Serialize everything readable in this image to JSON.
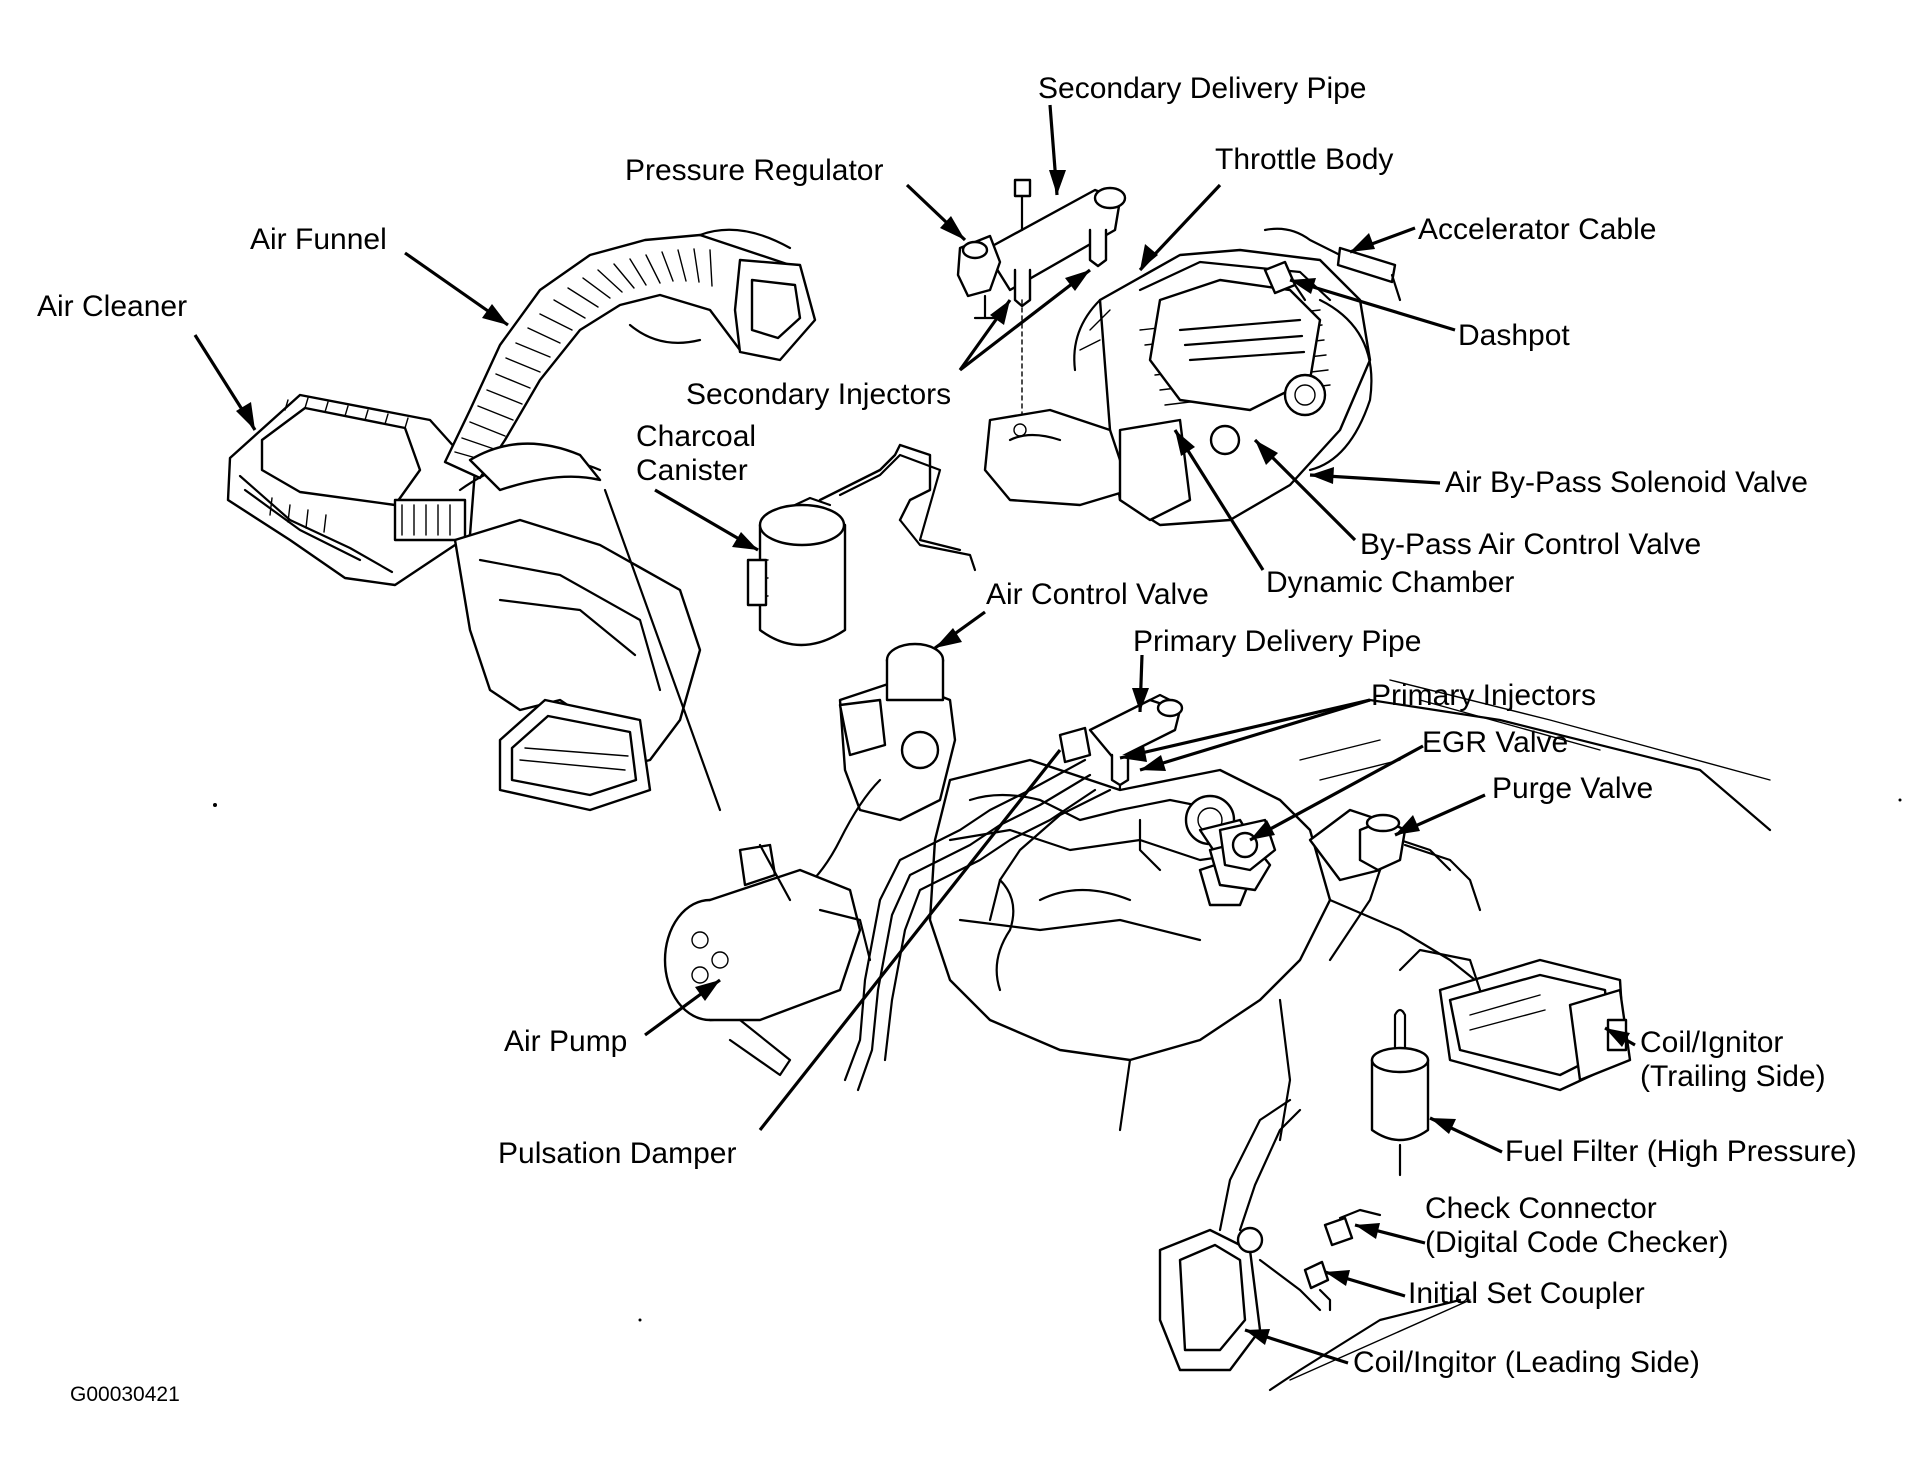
{
  "labels": {
    "secondary_delivery_pipe": "Secondary Delivery Pipe",
    "throttle_body": "Throttle Body",
    "pressure_regulator": "Pressure Regulator",
    "accelerator_cable": "Accelerator Cable",
    "air_funnel": "Air Funnel",
    "dashpot": "Dashpot",
    "air_cleaner": "Air Cleaner",
    "secondary_injectors": "Secondary Injectors",
    "charcoal_canister": "Charcoal\nCanister",
    "air_bypass_solenoid_valve": "Air By-Pass Solenoid Valve",
    "bypass_air_control_valve": "By-Pass Air Control Valve",
    "dynamic_chamber": "Dynamic Chamber",
    "air_control_valve": "Air Control Valve",
    "primary_delivery_pipe": "Primary Delivery Pipe",
    "primary_injectors": "Primary Injectors",
    "egr_valve": "EGR Valve",
    "purge_valve": "Purge Valve",
    "air_pump": "Air Pump",
    "coil_ignitor_trailing": "Coil/Ignitor\n(Trailing Side)",
    "fuel_filter": "Fuel Filter (High Pressure)",
    "pulsation_damper": "Pulsation Damper",
    "check_connector": "Check Connector\n(Digital Code Checker)",
    "initial_set_coupler": "Initial Set Coupler",
    "coil_ingitor_leading": "Coil/Ingitor (Leading Side)"
  },
  "figure_id": "G00030421"
}
